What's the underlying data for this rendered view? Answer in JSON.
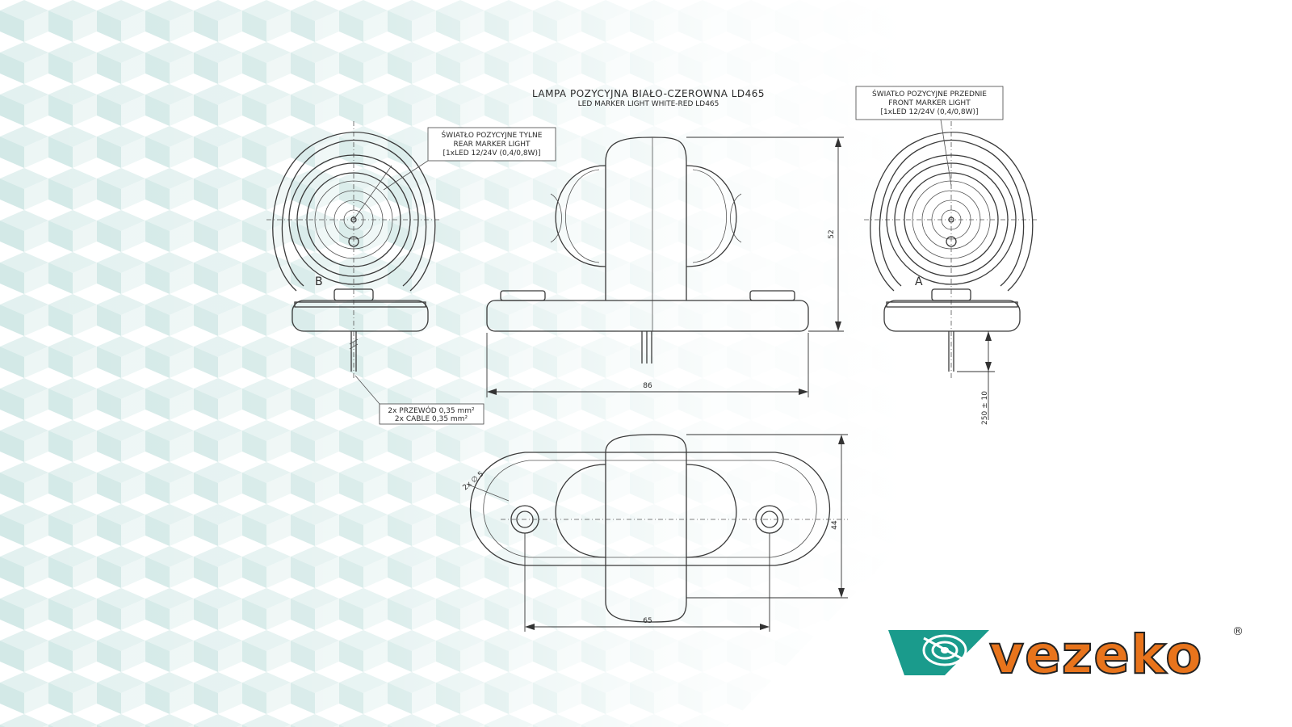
{
  "title": {
    "main_pl": "LAMPA POZYCYJNA BIAŁO-CZEROWNA LD465",
    "main_en": "LED MARKER LIGHT WHITE-RED LD465"
  },
  "rear_label": {
    "pl": "ŚWIATŁO POZYCYJNE TYLNE",
    "en": "REAR MARKER LIGHT",
    "spec": "[1xLED 12/24V (0,4/0,8W)]"
  },
  "front_label": {
    "pl": "ŚWIATŁO POZYCYJNE PRZEDNIE",
    "en": "FRONT MARKER LIGHT",
    "spec": "[1xLED 12/24V (0,4/0,8W)]"
  },
  "cable_label": {
    "pl": "2x PRZEWÓD 0,35 mm²",
    "en": "2x CABLE 0,35 mm²"
  },
  "view_letters": {
    "rear": "B",
    "front": "A"
  },
  "dimensions": {
    "height": "52",
    "width": "86",
    "cable_length": "250 ± 10",
    "depth": "44",
    "hole_spacing": "65",
    "holes": "2x ∅ 5"
  },
  "brand": {
    "name": "vezeko",
    "registered": "®"
  },
  "colors": {
    "accent_orange": "#e8741c",
    "logo_teal": "#1a9b8c",
    "pattern_teal": "#cfe6e4"
  }
}
